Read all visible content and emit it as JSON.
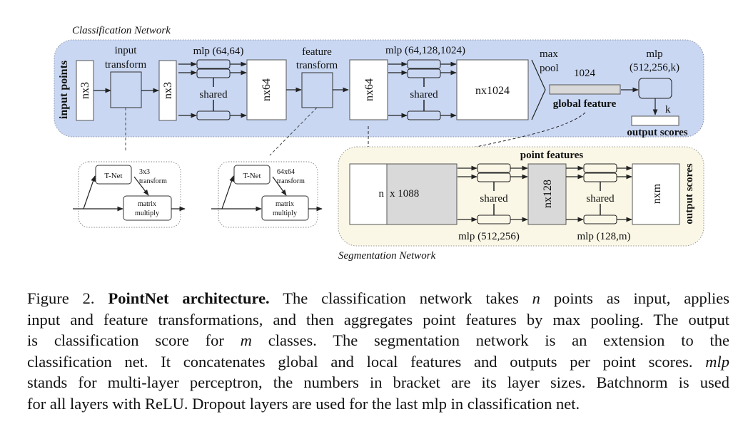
{
  "classification": {
    "title": "Classification Network",
    "side_label": "input points",
    "input_block": "nx3",
    "input_transform": [
      "input",
      "transform"
    ],
    "transformed_block": "nx3",
    "mlp1_label": "mlp (64,64)",
    "shared_label": "shared",
    "block_nx64": "nx64",
    "feature_transform": [
      "feature",
      "transform"
    ],
    "block_nx64_b": "nx64",
    "mlp2_label": "mlp (64,128,1024)",
    "block_nx1024": "nx1024",
    "maxpool": [
      "max",
      "pool"
    ],
    "global_dim": "1024",
    "global_feature": "global feature",
    "mlp3_label": [
      "mlp",
      "(512,256,k)"
    ],
    "k_label": "k",
    "output_scores": "output scores",
    "colors": {
      "bg": "#c9d7f2",
      "border": "#8a94a8"
    }
  },
  "tnet_boxes": [
    {
      "tnet": "T-Net",
      "transform": [
        "3x3",
        "transform"
      ],
      "multiply": [
        "matrix",
        "multiply"
      ]
    },
    {
      "tnet": "T-Net",
      "transform": [
        "64x64",
        "transform"
      ],
      "multiply": [
        "matrix",
        "multiply"
      ]
    }
  ],
  "segmentation": {
    "title": "Segmentation Network",
    "concat_n": "n",
    "concat_dim": "x 1088",
    "point_features": "point features",
    "shared_label": "shared",
    "mlp1_label": "mlp (512,256)",
    "block_nx128": "nx128",
    "mlp2_label": "mlp (128,m)",
    "block_nxm": "nxm",
    "side_label": "output scores",
    "colors": {
      "bg": "#fbf7e6",
      "gray_block": "#d9d9d9"
    }
  },
  "caption": {
    "fig_label": "Figure 2.",
    "bold_title": "PointNet architecture.",
    "lines": [
      "The classification network takes",
      "n",
      "points as input, applies",
      "input and feature transformations, and then aggregates point features by max pooling. The output",
      "is classification score for",
      "m",
      "classes. The segmentation network is an extension to the",
      "classification net. It concatenates global and local features and outputs per point scores.",
      "mlp",
      "stands for multi-layer perceptron, the numbers in bracket are its layer sizes. Batchnorm is used",
      "for all layers with ReLU. Dropout layers are used for the last mlp in classification net."
    ]
  }
}
